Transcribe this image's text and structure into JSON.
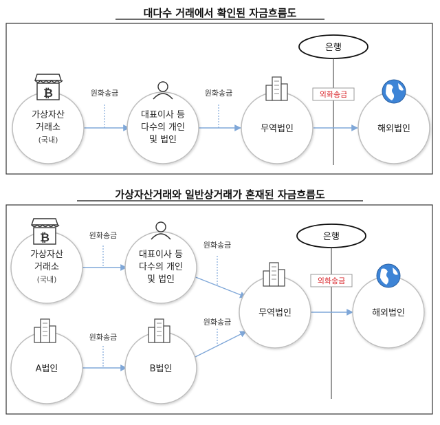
{
  "diagram1": {
    "title": "대다수 거래에서 확인된 자금흐름도",
    "exchange": {
      "line1": "가상자산",
      "line2": "거래소",
      "line3": "(국내)"
    },
    "rep": {
      "line1": "대표이사 등",
      "line2": "다수의 개인",
      "line3": "및 법인"
    },
    "trade": {
      "label": "무역법인"
    },
    "overseas": {
      "label": "해외법인"
    },
    "bank": {
      "label": "은행"
    },
    "edge1": "원화송금",
    "edge2": "원화송금",
    "edge3": "외화송금"
  },
  "diagram2": {
    "title": "가상자산거래와 일반상거래가 혼재된 자금흐름도",
    "exchange": {
      "line1": "가상자산",
      "line2": "거래소",
      "line3": "(국내)"
    },
    "rep": {
      "line1": "대표이사 등",
      "line2": "다수의 개인",
      "line3": "및 법인"
    },
    "corpA": {
      "label": "A법인"
    },
    "corpB": {
      "label": "B법인"
    },
    "trade": {
      "label": "무역법인"
    },
    "overseas": {
      "label": "해외법인"
    },
    "bank": {
      "label": "은행"
    },
    "edge1": "원화송금",
    "edge2": "원화송금",
    "edge3": "원화송금",
    "edge4": "원화송금",
    "edge5": "외화송금"
  },
  "colors": {
    "arrow": "#7fa7d8",
    "circle": "#bdbdbd",
    "red": "#d9262b",
    "globe": "#3d84d6"
  }
}
